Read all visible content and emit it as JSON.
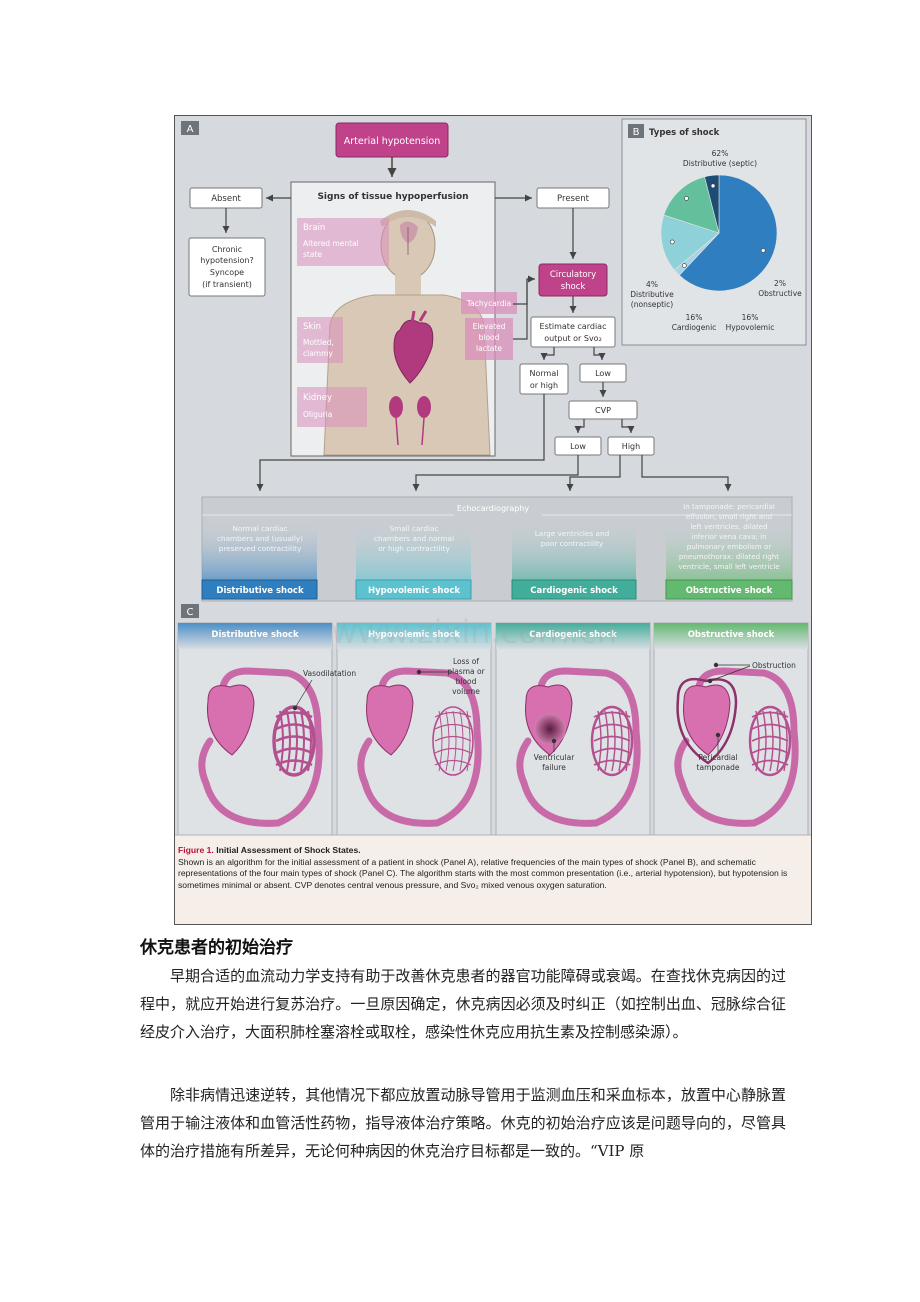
{
  "figure": {
    "panel_a": {
      "label": "A",
      "hypotension": "Arterial hypotension",
      "signs": "Signs of tissue hypoperfusion",
      "absent": "Absent",
      "present": "Present",
      "chronic": [
        "Chronic",
        "hypotension?",
        "Syncope",
        "(if transient)"
      ],
      "brain": {
        "title": "Brain",
        "lines": [
          "Altered mental",
          "state"
        ]
      },
      "skin": {
        "title": "Skin",
        "lines": [
          "Mottled,",
          "clammy"
        ]
      },
      "kidney": {
        "title": "Kidney",
        "lines": [
          "Oliguria"
        ]
      },
      "tachycardia": "Tachycardia",
      "lactate": [
        "Elevated",
        "blood",
        "lactate"
      ],
      "circulatory": [
        "Circulatory",
        "shock"
      ],
      "estimate": [
        "Estimate cardiac",
        "output or Svo₂"
      ],
      "normal_high": [
        "Normal",
        "or high"
      ],
      "low": "Low",
      "cvp": "CVP",
      "cvp_low": "Low",
      "cvp_high": "High",
      "echo": "Echocardiography",
      "findings": [
        [
          "Normal cardiac",
          "chambers and (usually)",
          "preserved contractility"
        ],
        [
          "Small cardiac",
          "chambers and normal",
          "or high contractility"
        ],
        [
          "Large ventricles and",
          "poor contractility"
        ],
        [
          "In tamponade: pericardial",
          "effusion, small right and",
          "left ventricles, dilated",
          "inferior vena cava; in",
          "pulmonary embolism or",
          "pneumothorax: dilated right",
          "ventricle, small left ventricle"
        ]
      ],
      "shock_types": [
        "Distributive shock",
        "Hypovolemic shock",
        "Cardiogenic shock",
        "Obstructive shock"
      ]
    },
    "panel_b": {
      "label": "B",
      "title": "Types of shock",
      "chart_data": {
        "type": "pie",
        "title": "Types of shock",
        "slices": [
          {
            "label": "Distributive (septic)",
            "value": 62,
            "display": "62%",
            "color": "#2f7ec0"
          },
          {
            "label": "Obstructive",
            "value": 2,
            "display": "2%",
            "color": "#a9d3e3"
          },
          {
            "label": "Hypovolemic",
            "value": 16,
            "display": "16%",
            "color": "#8ed1d8"
          },
          {
            "label": "Cardiogenic",
            "value": 16,
            "display": "16%",
            "color": "#63bf9c"
          },
          {
            "label": "Distributive (nonseptic)",
            "value": 4,
            "display": "4%",
            "color": "#1d4c74"
          }
        ]
      }
    },
    "panel_c": {
      "label": "C",
      "titles": [
        "Distributive shock",
        "Hypovolemic shock",
        "Cardiogenic shock",
        "Obstructive shock"
      ],
      "vasodilatation": "Vasodilatation",
      "loss": [
        "Loss of",
        "plasma or",
        "blood",
        "volume"
      ],
      "failure": [
        "Ventricular",
        "failure"
      ],
      "obstruction": "Obstruction",
      "tamponade": [
        "Pericardial",
        "tamponade"
      ]
    },
    "watermark": "www.zixin.com.cn",
    "colors": {
      "magenta": "#c0428a",
      "distributive": "#2f7ec0",
      "hypovolemic": "#5cc2cf",
      "cardiogenic": "#42ad9b",
      "obstructive": "#63b96f"
    },
    "caption": {
      "label": "Figure 1.",
      "title": "Initial Assessment of Shock States.",
      "text": "Shown is an algorithm for the initial assessment of a patient in shock (Panel A), relative frequencies of the main types of shock (Panel B), and schematic representations of the four main types of shock (Panel C). The algorithm starts with the most common presentation (i.e., arterial hypotension), but hypotension is sometimes minimal or absent. CVP denotes central venous pressure, and Svo₂ mixed venous oxygen saturation."
    }
  },
  "article": {
    "heading": "休克患者的初始治疗",
    "paragraphs": [
      "早期合适的血流动力学支持有助于改善休克患者的器官功能障碍或衰竭。在查找休克病因的过程中，就应开始进行复苏治疗。一旦原因确定，休克病因必须及时纠正（如控制出血、冠脉综合征经皮介入治疗，大面积肺栓塞溶栓或取栓，感染性休克应用抗生素及控制感染源）。",
      "除非病情迅速逆转，其他情况下都应放置动脉导管用于监测血压和采血标本，放置中心静脉置管用于输注液体和血管活性药物，指导液体治疗策略。休克的初始治疗应该是问题导向的，尽管具体的治疗措施有所差异，无论何种病因的休克治疗目标都是一致的。“VIP 原"
    ]
  }
}
